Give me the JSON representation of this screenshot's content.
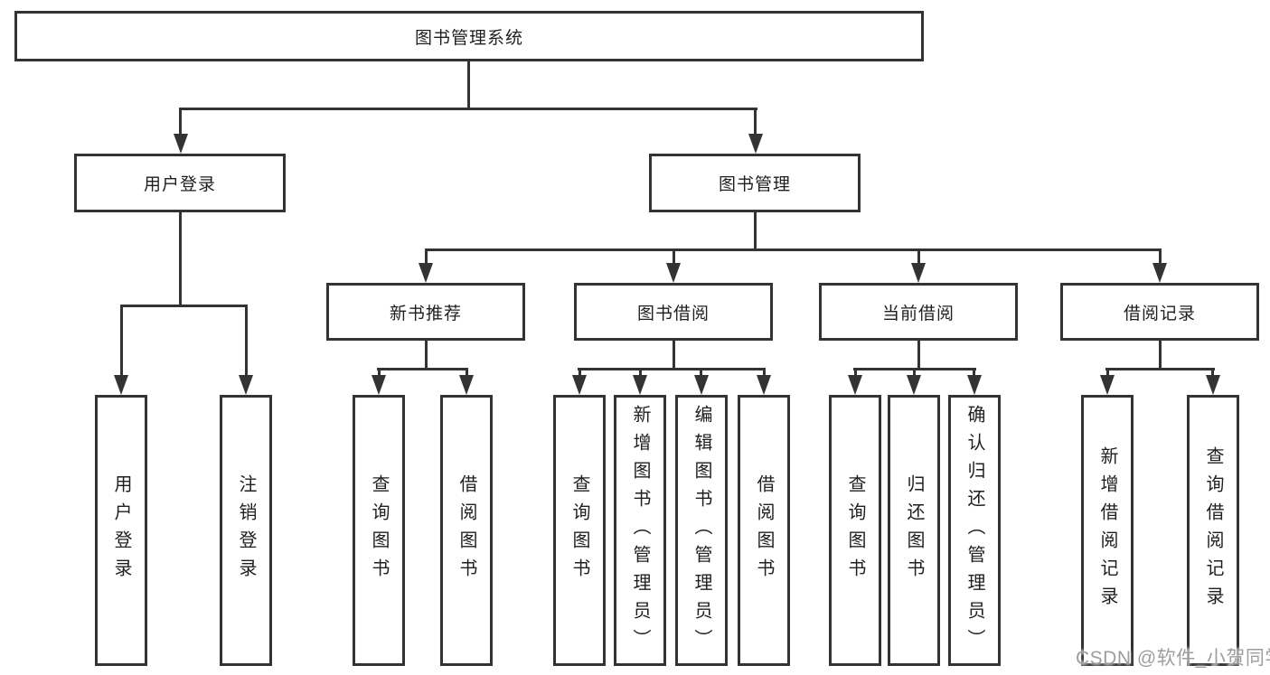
{
  "root": {
    "label": "图书管理系统"
  },
  "level1": {
    "user_login": {
      "label": "用户登录"
    },
    "book_management": {
      "label": "图书管理"
    }
  },
  "level2": {
    "new_book_recommend": {
      "label": "新书推荐"
    },
    "book_borrow": {
      "label": "图书借阅"
    },
    "current_borrow": {
      "label": "当前借阅"
    },
    "borrow_record": {
      "label": "借阅记录"
    }
  },
  "leaves": {
    "user_login": {
      "label": "用户登录"
    },
    "logout": {
      "label": "注销登录"
    },
    "nbr_query_book": {
      "label": "查询图书"
    },
    "nbr_borrow_book": {
      "label": "借阅图书"
    },
    "bb_query_book": {
      "label": "查询图书"
    },
    "bb_add_book": {
      "label": "新增图书（管理员）"
    },
    "bb_edit_book": {
      "label": "编辑图书（管理员）"
    },
    "bb_borrow_book": {
      "label": "借阅图书"
    },
    "cb_query_book": {
      "label": "查询图书"
    },
    "cb_return_book": {
      "label": "归还图书"
    },
    "cb_confirm_return": {
      "label": "确认归还（管理员）"
    },
    "br_add_record": {
      "label": "新增借阅记录"
    },
    "br_query_record": {
      "label": "查询借阅记录"
    }
  },
  "watermark": {
    "text": "CSDN @软件_小贺同学"
  },
  "colors": {
    "line": "#333333",
    "text": "#1f1f1f",
    "background": "#ffffff",
    "watermark": "#9e9e9e"
  }
}
